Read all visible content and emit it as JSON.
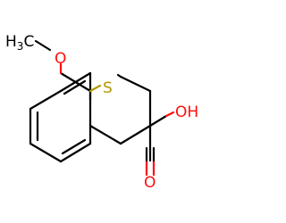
{
  "molecule": {
    "atoms": {
      "methyl_label": "H3C",
      "methyl_h": "H",
      "methyl_sub": "3",
      "methyl_c": "C",
      "ether_oxygen": "O",
      "sulfur": "S",
      "hydroxyl": "OH",
      "carbonyl_oxygen": "O"
    },
    "colors": {
      "bond": "#000000",
      "oxygen": "#ff0d0d",
      "sulfur": "#b39700",
      "carbon_label": "#000000"
    }
  }
}
